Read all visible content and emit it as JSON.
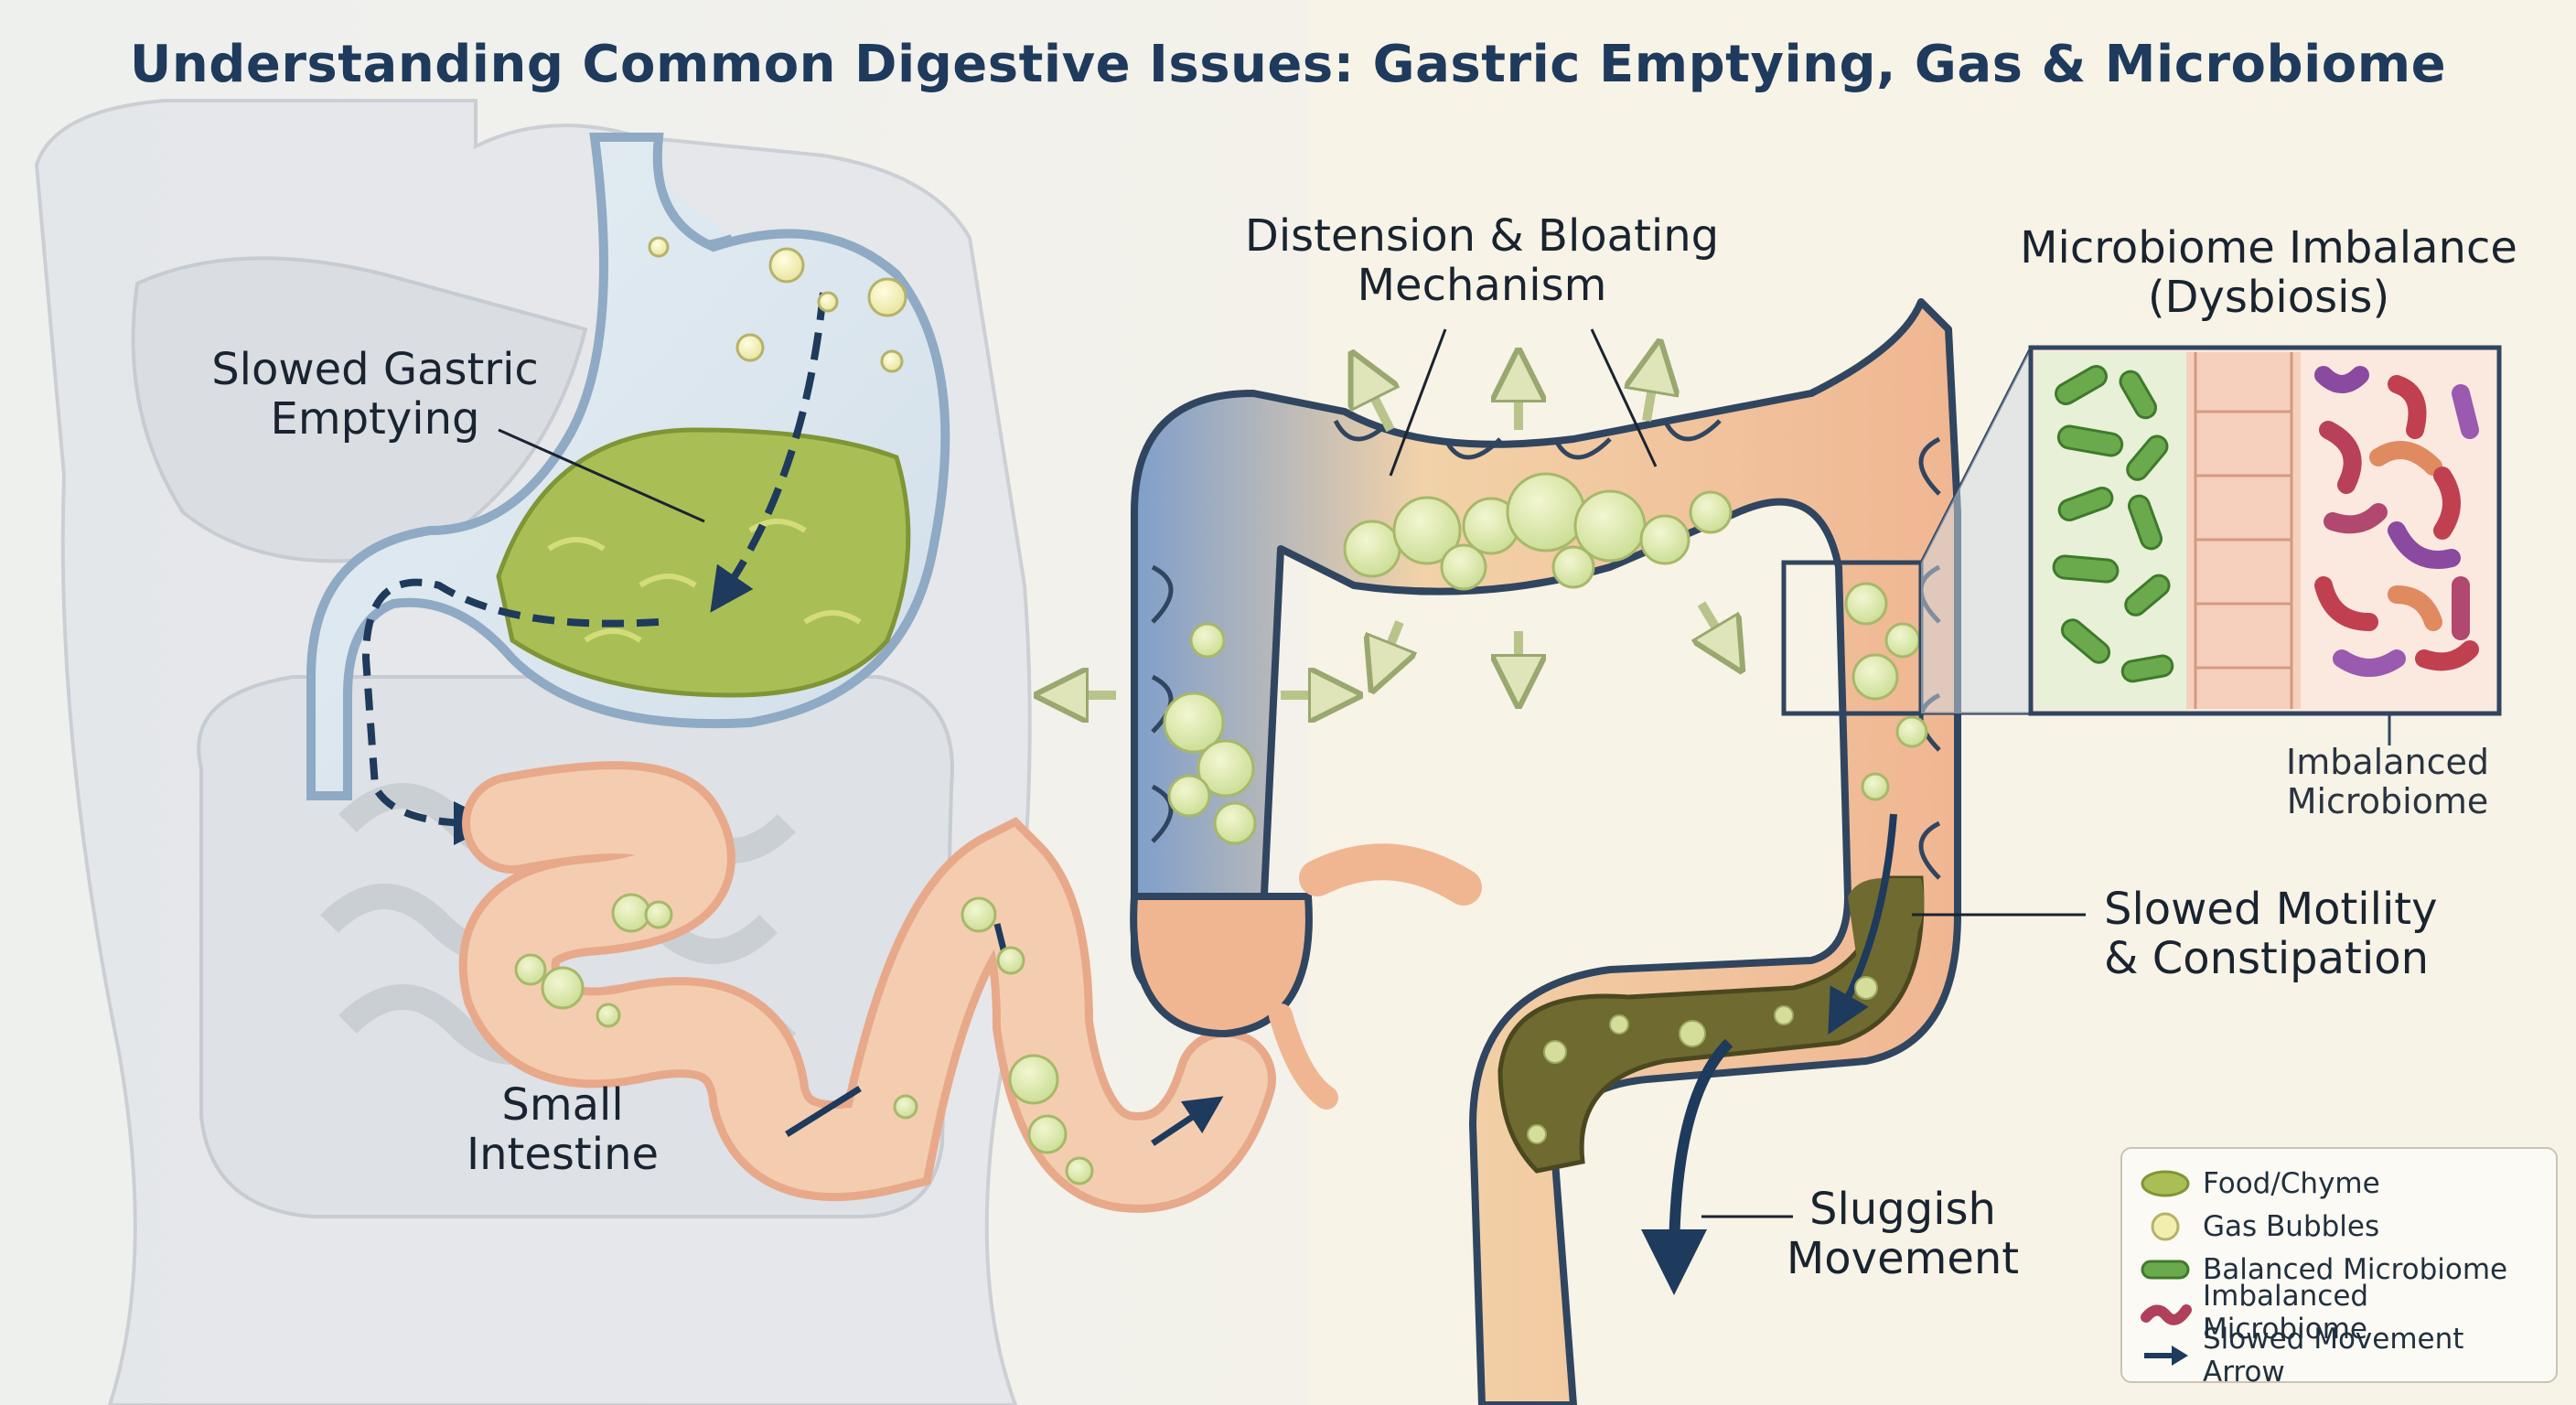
{
  "title": "Understanding Common Digestive Issues: Gastric Emptying, Gas & Microbiome",
  "labels": {
    "slowed_gastric_emptying": "Slowed Gastric\nEmptying",
    "distension_bloating": "Distension & Bloating\nMechanism",
    "microbiome_imbalance": "Microbiome Imbalance\n(Dysbiosis)",
    "imbalanced_microbiome": "Imbalanced\nMicrobiome",
    "slowed_motility": "Slowed Motility\n& Constipation",
    "small_intestine": "Small\nIntestine",
    "sluggish_movement": "Sluggish\nMovement"
  },
  "legend": [
    {
      "icon": "food-chyme-icon",
      "label": "Food/Chyme",
      "color": "#a9bf55"
    },
    {
      "icon": "gas-bubble-icon",
      "label": "Gas Bubbles",
      "color": "#f2eeb0"
    },
    {
      "icon": "balanced-microbe-icon",
      "label": "Balanced Microbiome",
      "color": "#6aaa4c"
    },
    {
      "icon": "imbalanced-microbe-icon",
      "label": "Imbalanced Microbiome",
      "color": "#b0405c"
    },
    {
      "icon": "slow-arrow-icon",
      "label": "Slowed Movement Arrow",
      "color": "#1e3a5c"
    }
  ],
  "colors": {
    "title": "#1e3a5c",
    "stomach_wall": "#b7cde0",
    "chyme": "#a9bf55",
    "intestine": "#f1c0a0",
    "colon_ascending": "#7f9fca",
    "stool": "#6e6a30",
    "gas": "#f3efb0",
    "arrow": "#1e3a5c"
  }
}
